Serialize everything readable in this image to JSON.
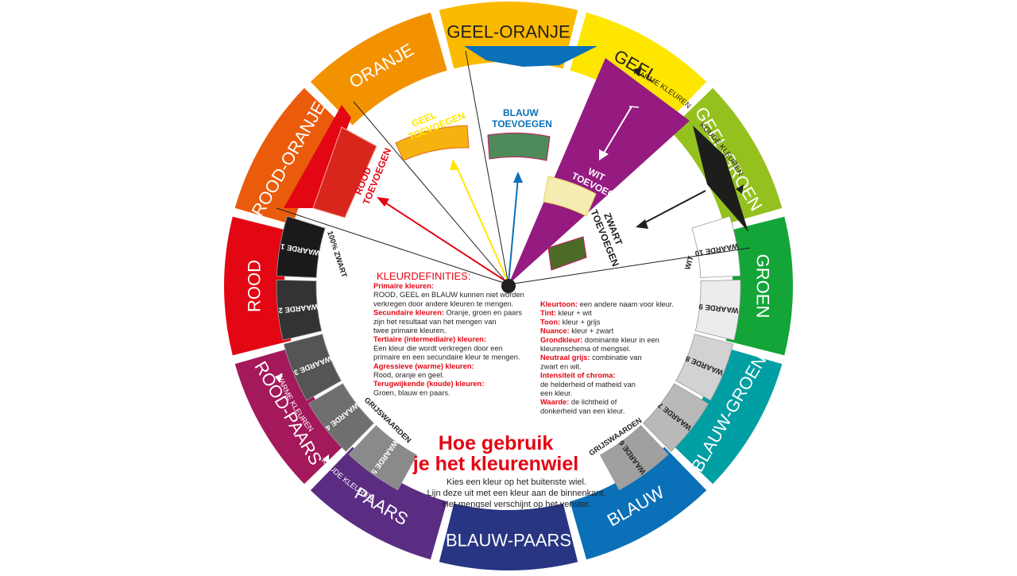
{
  "colors": {
    "geel": "#ffe600",
    "geel_groen": "#95c11f",
    "groen": "#13a538",
    "blauw_groen": "#009fa3",
    "blauw": "#0a70b8",
    "blauw_paars": "#273582",
    "paars": "#5a2d82",
    "rood_paars": "#a3195b",
    "rood": "#e30613",
    "rood_oranje": "#ea5b0c",
    "oranje": "#f39200",
    "geel_oranje": "#fbba00",
    "accent_red": "#e30613",
    "window_purple": "#951b81"
  },
  "outer_ring": [
    {
      "key": "geel_oranje",
      "label": "GEEL-ORANJE"
    },
    {
      "key": "geel",
      "label": "GEEL"
    },
    {
      "key": "geel_groen",
      "label": "GEEL-GROEN"
    },
    {
      "key": "groen",
      "label": "GROEN"
    },
    {
      "key": "blauw_groen",
      "label": "BLAUW-GROEN"
    },
    {
      "key": "blauw",
      "label": "BLAUW"
    },
    {
      "key": "blauw_paars",
      "label": "BLAUW-PAARS"
    },
    {
      "key": "paars",
      "label": "PAARS"
    },
    {
      "key": "rood_paars",
      "label": "ROOD-PAARS"
    },
    {
      "key": "rood",
      "label": "ROOD"
    },
    {
      "key": "rood_oranje",
      "label": "ROOD-ORANJE"
    },
    {
      "key": "oranje",
      "label": "ORANJE"
    }
  ],
  "temperature": {
    "warm_top": "WARME KLEUREN",
    "cold_right": "KOUDE KLEUREN",
    "warm_left": "WARME KLEUREN",
    "cold_bottom": "KOUDE KLEUREN"
  },
  "additions": {
    "rood": [
      "ROOD",
      "TOEVOEGEN"
    ],
    "geel": [
      "GEEL",
      "TOEVOEGEN"
    ],
    "blauw": [
      "BLAUW",
      "TOEVOEGEN"
    ],
    "wit": [
      "WIT",
      "TOEVOEGEN"
    ],
    "zwart": [
      "ZWART",
      "TOEVOEGEN"
    ]
  },
  "greyscale_left": {
    "label_top": "100% ZWART",
    "label_bottom": "GRIJSWAARDEN",
    "values": [
      "WAARDE 1",
      "WAARDE 2",
      "WAARDE 3",
      "WAARDE 4",
      "WAARDE 5"
    ],
    "shades": [
      "#1a1a1a",
      "#333333",
      "#555555",
      "#6f6f6f",
      "#8a8a8a"
    ]
  },
  "greyscale_right": {
    "label_top": "WIT",
    "label_bottom": "GRIJSWAARDEN",
    "values": [
      "WAARDE 10",
      "WAARDE 9",
      "WAARDE 8",
      "WAARDE 7",
      "WAARDE 6"
    ],
    "shades": [
      "#ffffff",
      "#ececec",
      "#d2d2d2",
      "#b9b9b9",
      "#a0a0a0"
    ]
  },
  "definitions_title": "KLEURDEFINITIES:",
  "definitions_left": [
    {
      "term": "Primaire kleuren:",
      "lines": [
        "ROOD, GEEL en BLAUW kunnen niet worden",
        "verkregen door andere kleuren te mengen."
      ]
    },
    {
      "term": "Secundaire kleuren:",
      "inline": " Oranje, groen en paars",
      "lines": [
        "zijn het resultaat van het mengen van",
        "twee primaire kleuren."
      ]
    },
    {
      "term": "Tertiaire (intermediaire) kleuren:",
      "lines": [
        "Een kleur die wordt verkregen door een",
        "primaire en een secundaire kleur te mengen."
      ]
    },
    {
      "term": "Agressieve (warme) kleuren:",
      "lines": [
        "Rood, oranje en geel."
      ]
    },
    {
      "term": "Terugwijkende (koude) kleuren:",
      "lines": [
        "Groen, blauw en paars."
      ]
    }
  ],
  "definitions_right": [
    {
      "term": "Kleurtoon:",
      "inline": " een andere naam voor kleur."
    },
    {
      "term": "Tint:",
      "inline": " kleur + wit"
    },
    {
      "term": "Toon:",
      "inline": " kleur + grijs"
    },
    {
      "term": "Nuance:",
      "inline": " kleur + zwart"
    },
    {
      "term": "Grondkleur:",
      "inline": " dominante kleur in een",
      "lines": [
        "kleurenschema of mengsel."
      ]
    },
    {
      "term": "Neutraal grijs:",
      "inline": " combinatie van",
      "lines": [
        "zwart en wit."
      ]
    },
    {
      "term": "Intensiteit of chroma:",
      "lines": [
        "de helderheid of matheid van",
        "een kleur."
      ]
    },
    {
      "term": "Waarde:",
      "inline": " de lichtheid of",
      "lines": [
        "donkerheid van een kleur."
      ]
    }
  ],
  "howto": {
    "title_line1": "Hoe gebruik",
    "title_line2": "je het kleurenwiel",
    "body": [
      "Kies een kleur op het buitenste wiel.",
      "Lijn deze uit met een kleur aan de binnenkant.",
      "Het mengsel verschijnt op het venster."
    ]
  }
}
